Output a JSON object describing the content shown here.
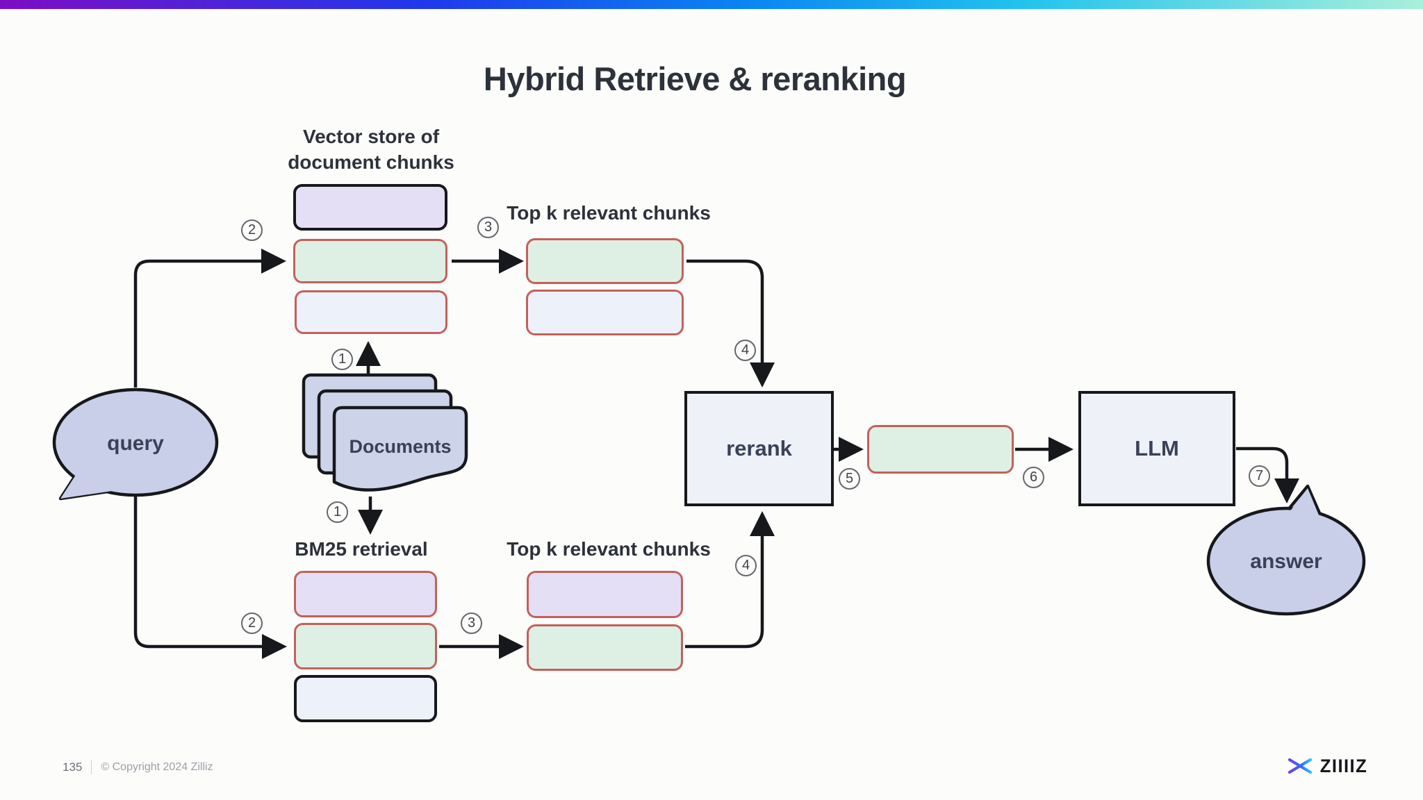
{
  "slide": {
    "title": "Hybrid Retrieve & reranking",
    "footer": {
      "page_number": "135",
      "copyright": "© Copyright 2024  Zilliz"
    },
    "logo": {
      "text": "ZIIIIZ"
    }
  },
  "diagram": {
    "labels": {
      "vector_store_line1": "Vector store of",
      "vector_store_line2": "document chunks",
      "top_k_upper": "Top k relevant chunks",
      "bm25": "BM25 retrieval",
      "top_k_lower": "Top k relevant chunks"
    },
    "nodes": {
      "query": "query",
      "documents": "Documents",
      "rerank": "rerank",
      "llm": "LLM",
      "answer": "answer"
    },
    "steps": {
      "ingest_to_vector_store": "1",
      "ingest_to_bm25": "1",
      "query_to_vector_store": "2",
      "query_to_bm25": "2",
      "vector_topk": "3",
      "bm25_topk": "3",
      "topk_upper_to_rerank": "4",
      "topk_lower_to_rerank": "4",
      "rerank_output": "5",
      "llm_input": "6",
      "llm_output": "7"
    }
  },
  "colors": {
    "page": "#fcfcfb",
    "ink": "#17181c",
    "accent_bar_start": "#7d0dc4",
    "accent_bar_blue": "#1f39ec",
    "accent_bar_azure": "#0a84f2",
    "accent_bar_cyan": "#23c3ee",
    "accent_bar_end": "#a9f0da",
    "chunk_purple": "#e5dff6",
    "chunk_green": "#def0e3",
    "chunk_light": "#edf1fa",
    "chunk_border_red": "#c4605a",
    "node_fill": "#eef1f8",
    "bubble_fill": "#c9cfe9",
    "doc_fill": "#cdd3e9",
    "text_dark": "#2d313a",
    "text_node": "#3a4157",
    "badge_border": "#64676c",
    "badge_text": "#3f4246",
    "page_number": "#6b7076",
    "footer_text": "#9aa0a6",
    "logo_gradient_start": "#7a3bf0",
    "logo_gradient_mid": "#2f6bff",
    "logo_gradient_end": "#27c2f5",
    "logo_text_color": "#17181c"
  }
}
